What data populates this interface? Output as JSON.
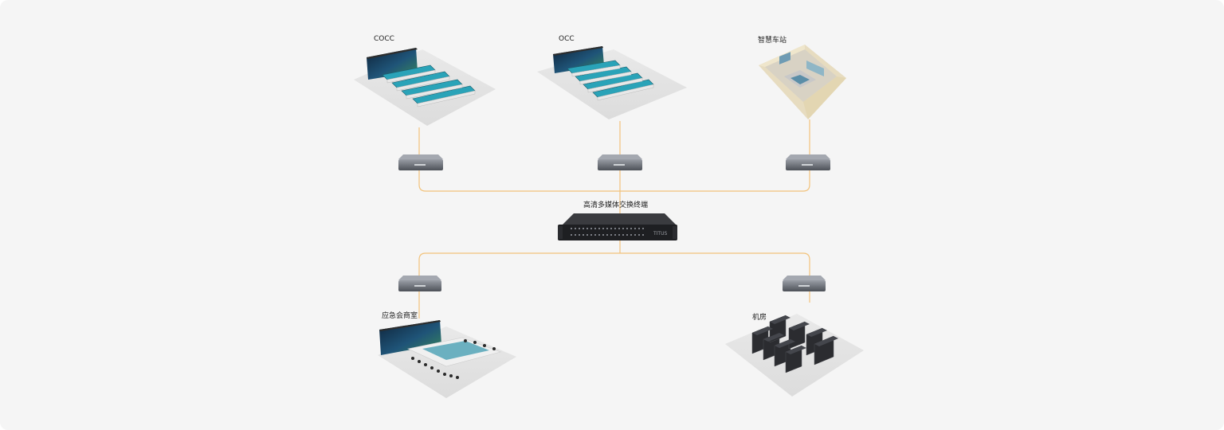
{
  "nodes": {
    "cocc": {
      "label": "COCC"
    },
    "occ": {
      "label": "OCC"
    },
    "smart_station": {
      "label": "智慧车站"
    },
    "hub": {
      "label": "高清多媒体交换终端",
      "brand": "TITUS"
    },
    "emergency_room": {
      "label": "应急会商室"
    },
    "machine_room": {
      "label": "机房"
    }
  },
  "colors": {
    "background": "#f5f5f5",
    "connector": "#f2c27a",
    "device_body": "#5c6068",
    "device_top": "#8a8e96",
    "hub_body": "#1e1f22",
    "screen": "#1c3d5e",
    "console": "#2aa3b8"
  }
}
